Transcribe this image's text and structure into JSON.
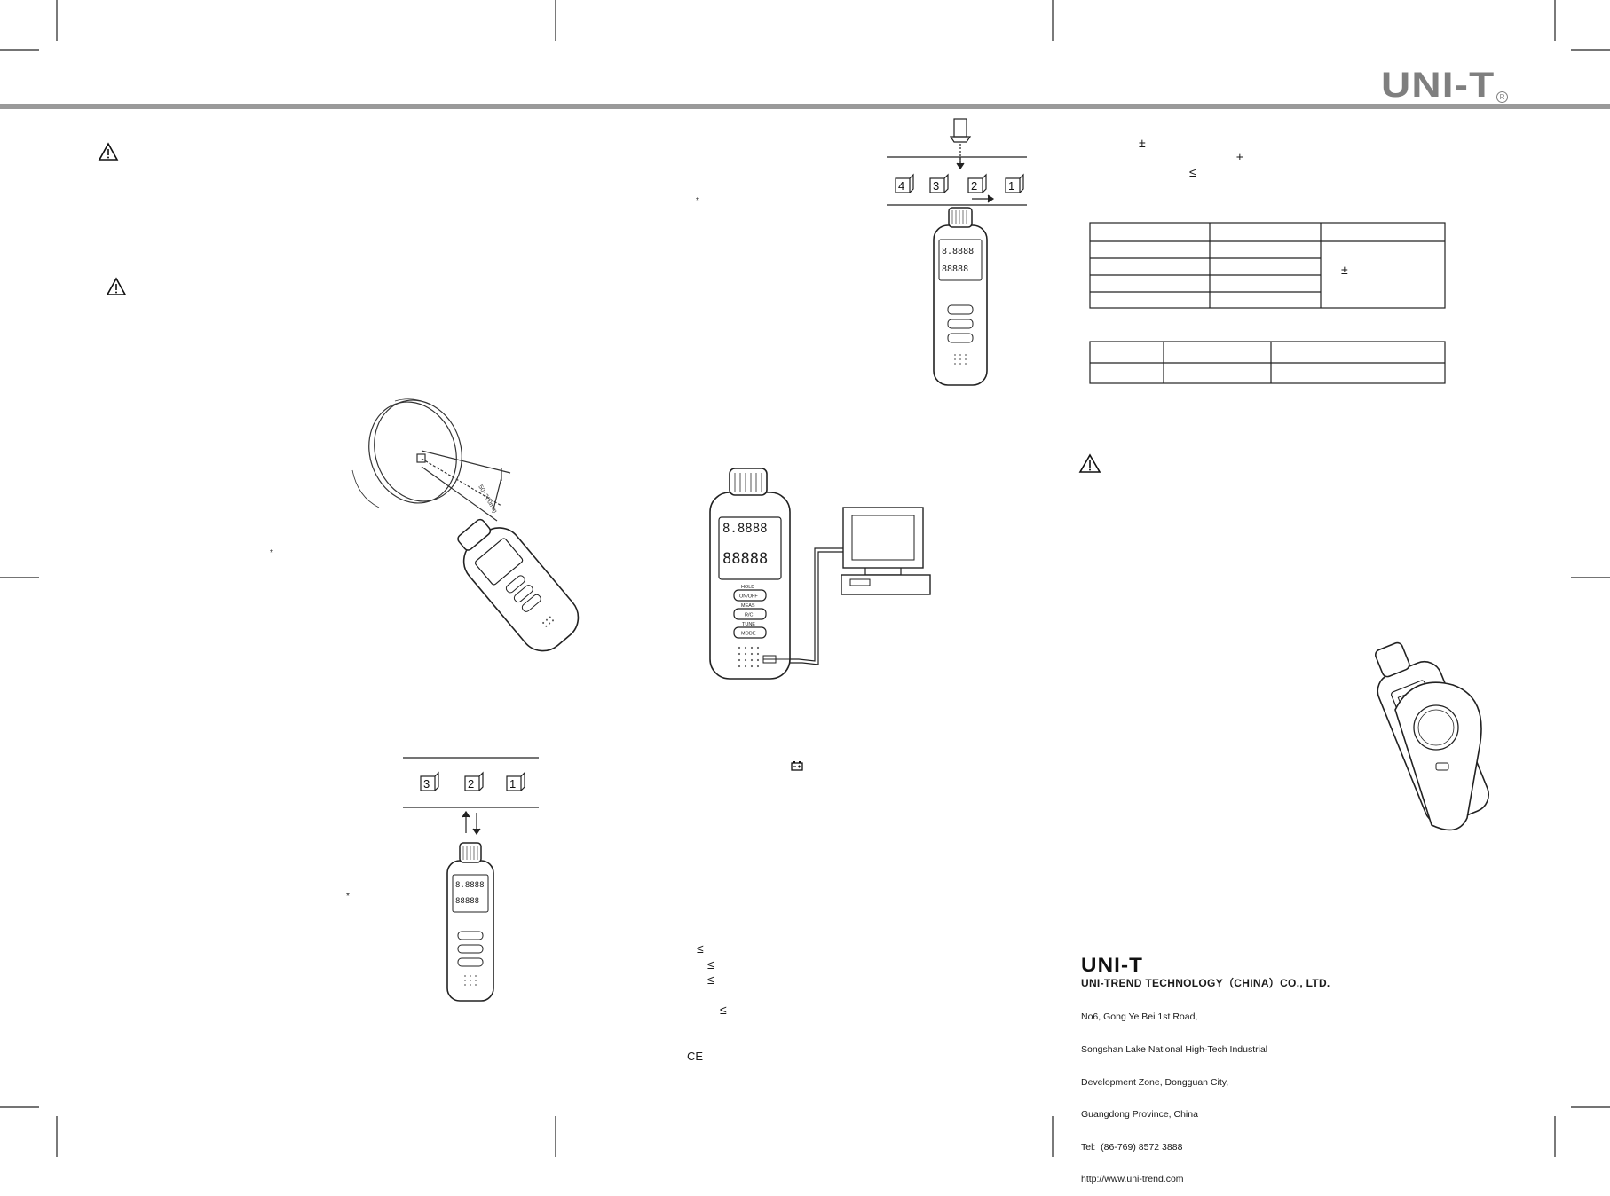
{
  "header": {
    "brand_logo": "UNI-T",
    "registered_mark": "R"
  },
  "symbols": {
    "warning_icon": "warning-triangle-icon",
    "plus_minus": "±",
    "less_equal": "≤",
    "asterisk": "*",
    "battery_icon": "battery-low-icon",
    "ce_mark": "CE"
  },
  "diagrams": {
    "noncontact_boxes": [
      "3",
      "2",
      "1"
    ],
    "counter_boxes": [
      "4",
      "3",
      "2",
      "1"
    ],
    "meter_buttons": [
      "HOLD",
      "ON/OFF",
      "MEAS",
      "R/C",
      "TUNE",
      "MODE"
    ]
  },
  "footer": {
    "logo": "UNI-T",
    "company": "UNI-TREND TECHNOLOGY（CHINA）CO., LTD.",
    "address_lines": [
      "No6, Gong Ye Bei 1st Road,",
      "Songshan Lake National High-Tech Industrial",
      "Development Zone, Dongguan City,",
      "Guangdong Province, China",
      "Tel:  (86-769) 8572 3888",
      "http://www.uni-trend.com"
    ]
  },
  "colors": {
    "header_bar": "#9a9a9a",
    "logo": "#7f7f7f",
    "ink": "#1a1a1a"
  }
}
